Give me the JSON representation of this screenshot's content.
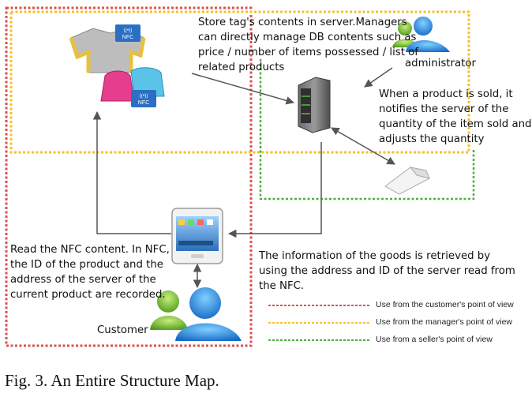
{
  "texts": {
    "manager_note": "Store tag's contents in server.Managers\ncan directly manage DB contents such as\nprice / number of items possessed / list of\nrelated products",
    "administrator": "administrator",
    "seller_note": "When a product is sold, it\nnotifies the server of the\nquantity of the item sold and\nadjusts the quantity",
    "customer_note": "Read the NFC content. In NFC,\nthe ID of the product and the\naddress of the server of the\ncurrent product are recorded.",
    "retrieval_note": "The information of the goods is retrieved by\nusing the address and ID of the server read from\nthe NFC.",
    "customer": "Customer",
    "nfc_tag": "NFC"
  },
  "legend": [
    {
      "label": "Use from the customer's point of view",
      "color": "#d9534f"
    },
    {
      "label": "Use from the manager's point of view",
      "color": "#f2c12e"
    },
    {
      "label": "Use from a seller's point of view",
      "color": "#4caf3f"
    }
  ],
  "caption": "Fig. 3. An Entire Structure Map.",
  "icons": [
    "clothing-icon",
    "nfc-tag-icon",
    "server-icon",
    "barcode-scanner-icon",
    "smartphone-icon",
    "users-icon"
  ]
}
